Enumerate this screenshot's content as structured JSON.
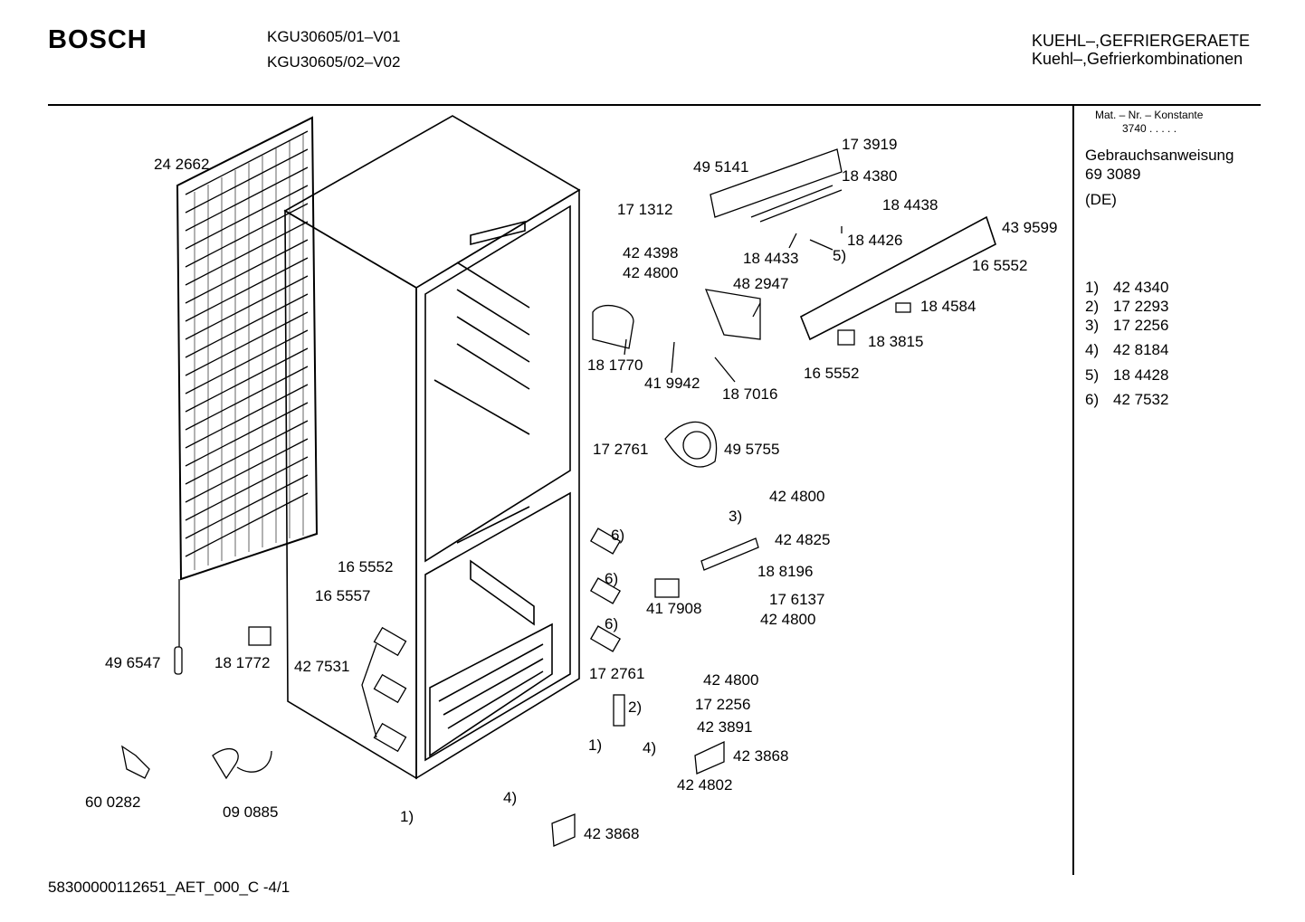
{
  "header": {
    "brand": "BOSCH",
    "model_line_1": "KGU30605/01–V01",
    "model_line_2": "KGU30605/02–V02",
    "category_line_1": "KUEHL–,GEFRIERGERAETE",
    "category_line_2": "Kuehl–,Gefrierkombinationen"
  },
  "sidebar": {
    "constant_label": "Mat. – Nr. – Konstante",
    "constant_value": "3740  .   .   .   .   .",
    "manual_title": "Gebrauchsanweisung",
    "manual_number": "69 3089",
    "manual_lang": "(DE)",
    "footnotes": [
      {
        "key": "1)",
        "value": "42 4340"
      },
      {
        "key": "2)",
        "value": "17 2293"
      },
      {
        "key": "3)",
        "value": "17 2256"
      },
      {
        "key": "4)",
        "value": "42 8184"
      },
      {
        "key": "5)",
        "value": "18 4428"
      },
      {
        "key": "6)",
        "value": "42 7532"
      }
    ]
  },
  "parts": [
    "24 2662",
    "17 3919",
    "49 5141",
    "18 4380",
    "18 4438",
    "17 1312",
    "42 4398",
    "42 4800",
    "43 9599",
    "18 4433",
    "18 4426",
    "5)",
    "16 5552",
    "48 2947",
    "18 4584",
    "18 1770",
    "18 3815",
    "16 5552",
    "41 9942",
    "18 7016",
    "17 2761",
    "49 5755",
    "42 4800",
    "3)",
    "42 4825",
    "6)",
    "16 5552",
    "18 8196",
    "16 5557",
    "6)",
    "17 6137",
    "41 7908",
    "42 4800",
    "6)",
    "49 6547",
    "18 1772",
    "42 7531",
    "17 2761",
    "42 4800",
    "17 2256",
    "2)",
    "42 3891",
    "1)",
    "4)",
    "42 3868",
    "42 4802",
    "60 0282",
    "09 0885",
    "4)",
    "1)",
    "42 3868"
  ],
  "footer": {
    "doc_id": "58300000112651_AET_000_C  -4/1"
  }
}
